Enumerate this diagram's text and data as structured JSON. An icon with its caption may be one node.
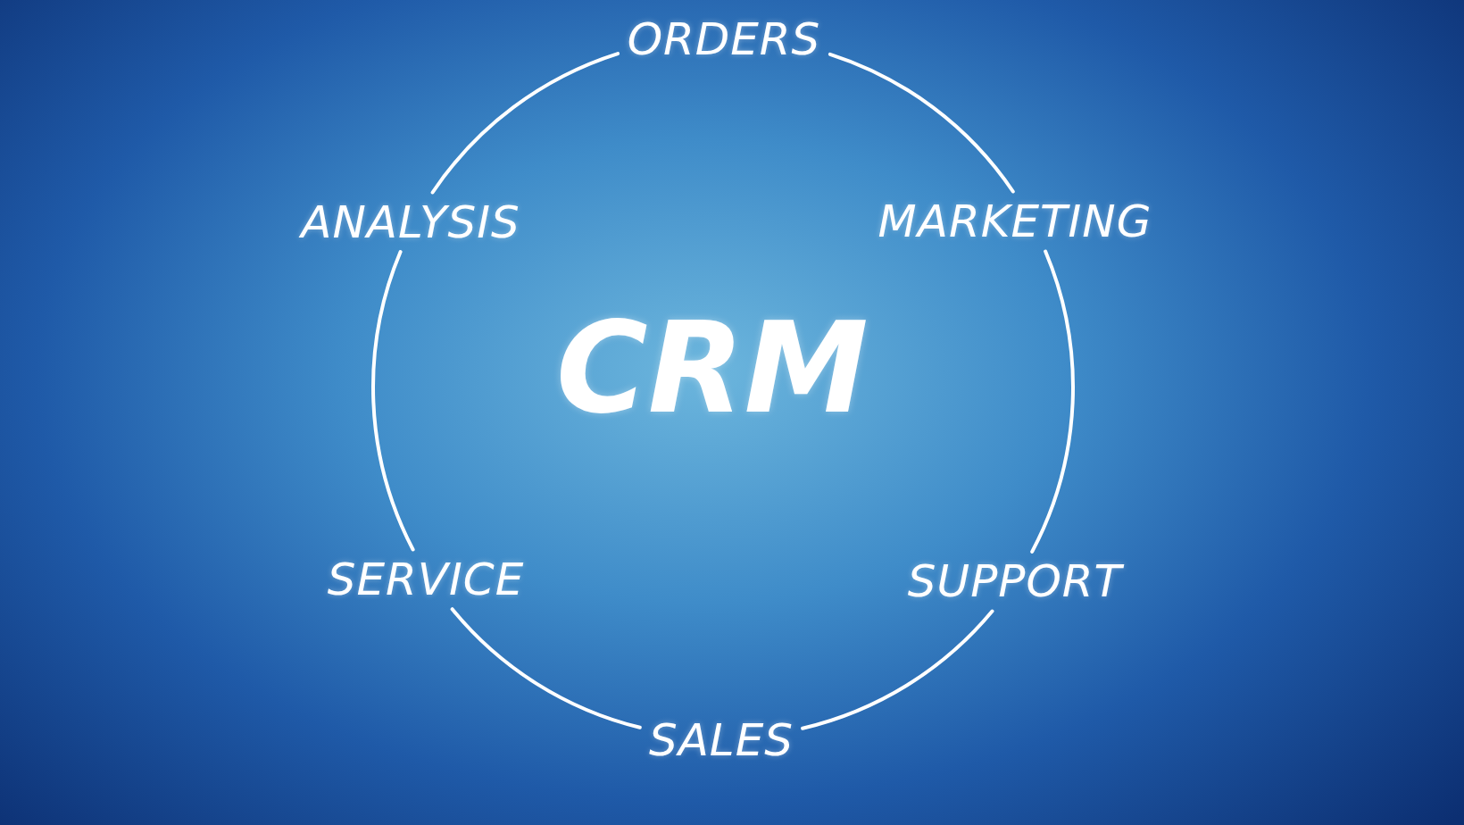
{
  "diagram": {
    "nodes": [
      {
        "text": [
          "ORDERS"
        ]
      },
      {
        "text": [
          "ANALYSIS"
        ]
      },
      {
        "text": [
          "MARKETING"
        ]
      },
      {
        "text": [
          "SERVICE"
        ]
      },
      {
        "text": [
          "SUPPORT"
        ]
      },
      {
        "text": [
          "SALES"
        ]
      }
    ],
    "edges": [
      {
        "from": 0,
        "to": 2,
        "arrow": "none"
      },
      {
        "from": 2,
        "to": 4,
        "arrow": "none"
      },
      {
        "from": 4,
        "to": 5,
        "arrow": "none"
      },
      {
        "from": 5,
        "to": 3,
        "arrow": "none"
      },
      {
        "from": 3,
        "to": 1,
        "arrow": "none"
      },
      {
        "from": 1,
        "to": 0,
        "arrow": "none"
      }
    ],
    "labels": [
      "CRM"
    ]
  }
}
